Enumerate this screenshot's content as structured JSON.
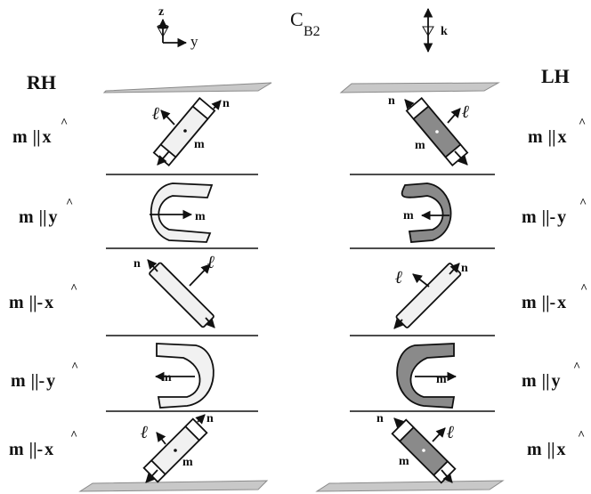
{
  "header": {
    "axes": {
      "z": "z",
      "y": "y"
    },
    "group_base": "C",
    "group_sub": "B2",
    "field_label": "k"
  },
  "columns": {
    "left_title": "RH",
    "right_title": "LH"
  },
  "rows": [
    {
      "left": {
        "m": "m",
        "rel": "||",
        "sign": "",
        "axis": "x"
      },
      "right": {
        "m": "m",
        "rel": "||",
        "sign": "",
        "axis": "x"
      }
    },
    {
      "left": {
        "m": "m",
        "rel": "||",
        "sign": "",
        "axis": "y"
      },
      "right": {
        "m": "m",
        "rel": "||",
        "sign": "-",
        "axis": "y"
      }
    },
    {
      "left": {
        "m": "m",
        "rel": "||",
        "sign": "-",
        "axis": "x"
      },
      "right": {
        "m": "m",
        "rel": "||",
        "sign": "-",
        "axis": "x"
      }
    },
    {
      "left": {
        "m": "m",
        "rel": "||",
        "sign": "-",
        "axis": "y"
      },
      "right": {
        "m": "m",
        "rel": "||",
        "sign": "",
        "axis": "y"
      }
    },
    {
      "left": {
        "m": "m",
        "rel": "||",
        "sign": "-",
        "axis": "x"
      },
      "right": {
        "m": "m",
        "rel": "||",
        "sign": "",
        "axis": "x"
      }
    }
  ],
  "vector_labels": {
    "l": "ℓ",
    "n": "n",
    "m": "m"
  },
  "colors": {
    "line": "#111111",
    "plate": "#c8c8c8",
    "light_body": "#f1f1f1",
    "dark_body": "#8a8a8a"
  }
}
